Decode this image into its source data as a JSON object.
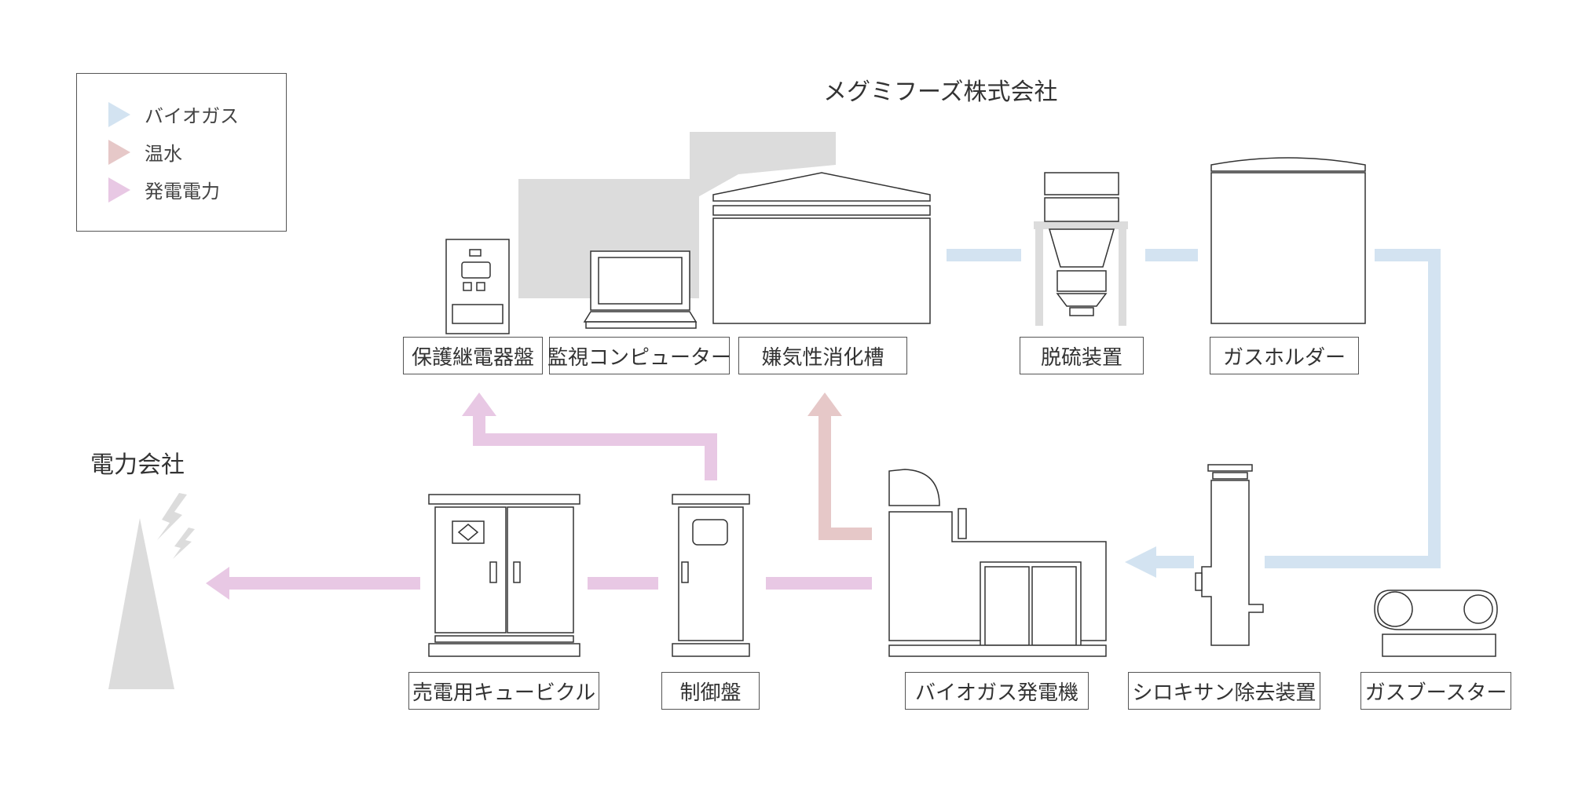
{
  "company_title": "メグミフーズ株式会社",
  "power_company": "電力会社",
  "legend": {
    "items": [
      {
        "label": "バイオガス",
        "color": "#d3e3f1"
      },
      {
        "label": "温水",
        "color": "#e6c8c8"
      },
      {
        "label": "発電電力",
        "color": "#e8c8e4"
      }
    ]
  },
  "components": {
    "protection_relay": "保護継電器盤",
    "monitor_pc": "監視コンピューター",
    "digester": "嫌気性消化槽",
    "desulfurizer": "脱硫装置",
    "gas_holder": "ガスホルダー",
    "cubicle": "売電用キュービクル",
    "control_panel": "制御盤",
    "generator": "バイオガス発電機",
    "siloxane": "シロキサン除去装置",
    "booster": "ガスブースター"
  },
  "colors": {
    "biogas": "#d3e3f1",
    "hot_water": "#e6c8c8",
    "power": "#e8c8e4",
    "building": "#dcdcdc",
    "line": "#333333"
  }
}
